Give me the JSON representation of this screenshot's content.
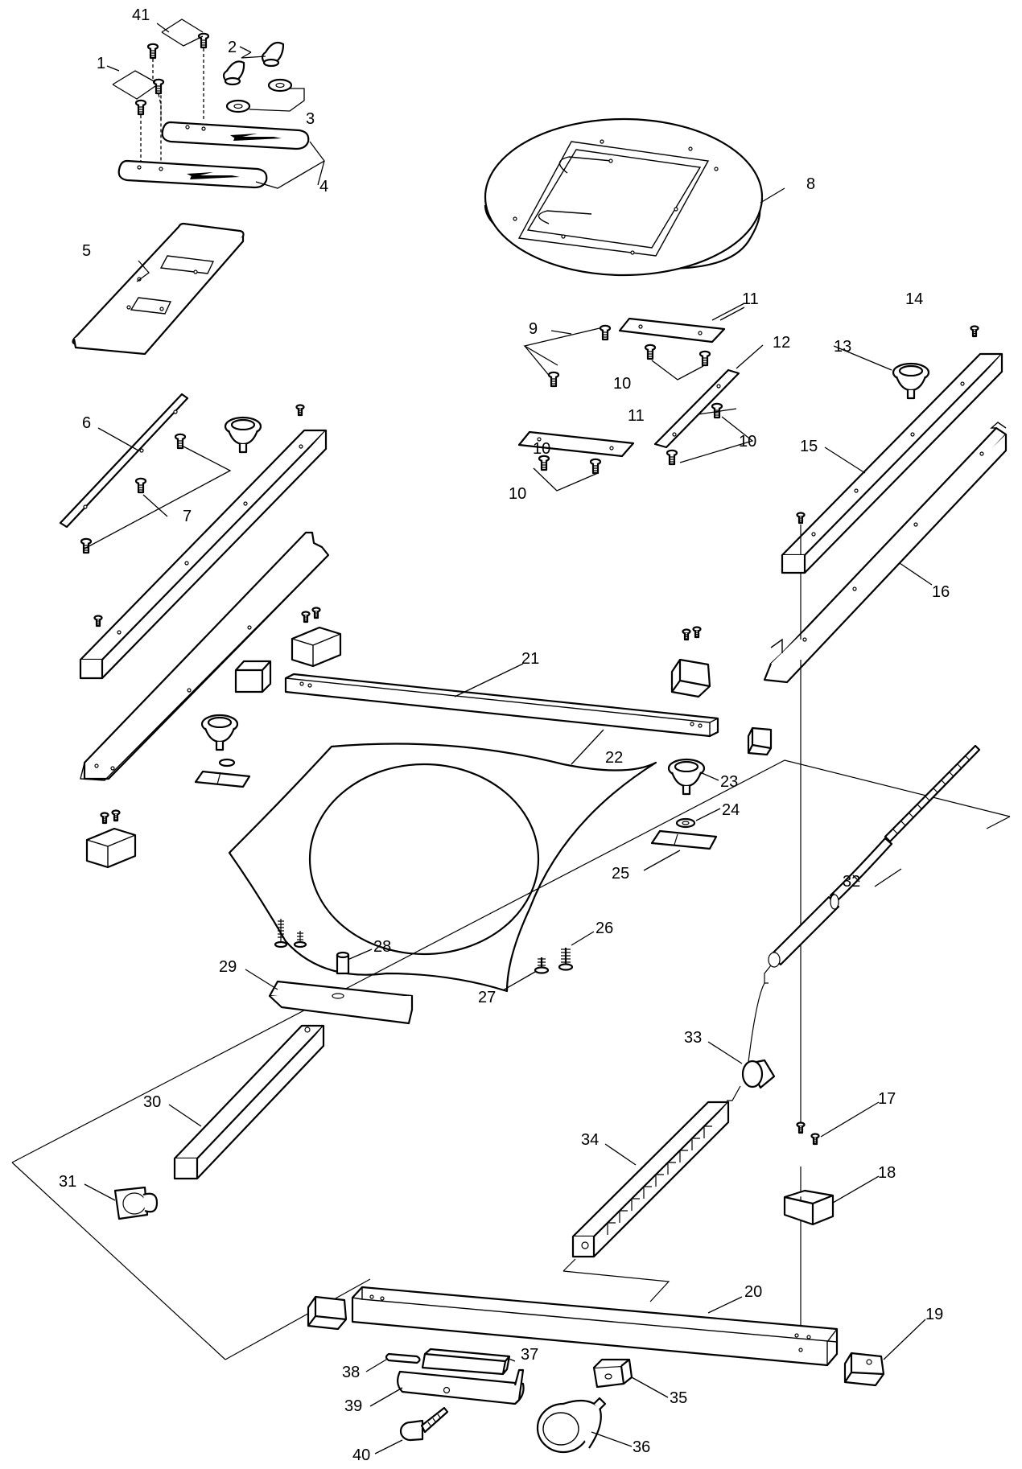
{
  "diagram": {
    "type": "exploded-parts-view",
    "callouts": [
      "41",
      "1",
      "2",
      "3",
      "4",
      "5",
      "6",
      "7",
      "8",
      "9",
      "10",
      "11",
      "12",
      "13",
      "14",
      "15",
      "16",
      "17",
      "18",
      "19",
      "20",
      "21",
      "22",
      "23",
      "24",
      "25",
      "26",
      "27",
      "28",
      "29",
      "30",
      "31",
      "32",
      "33",
      "34",
      "35",
      "36",
      "37",
      "38",
      "39",
      "40"
    ],
    "repeated_labels": {
      "part_10": "10",
      "part_11": "11"
    }
  }
}
